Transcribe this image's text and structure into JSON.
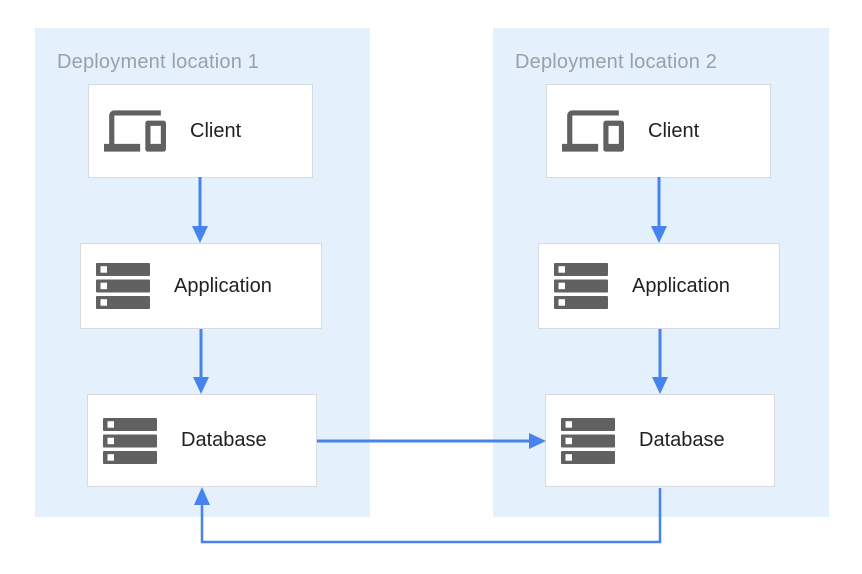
{
  "diagram": {
    "locations": [
      {
        "title": "Deployment location 1",
        "nodes": [
          {
            "id": "client-1",
            "label": "Client",
            "icon": "devices-icon"
          },
          {
            "id": "application-1",
            "label": "Application",
            "icon": "server-stack-icon"
          },
          {
            "id": "database-1",
            "label": "Database",
            "icon": "server-stack-icon"
          }
        ]
      },
      {
        "title": "Deployment location 2",
        "nodes": [
          {
            "id": "client-2",
            "label": "Client",
            "icon": "devices-icon"
          },
          {
            "id": "application-2",
            "label": "Application",
            "icon": "server-stack-icon"
          },
          {
            "id": "database-2",
            "label": "Database",
            "icon": "server-stack-icon"
          }
        ]
      }
    ],
    "connections": [
      {
        "from": "client-1",
        "to": "application-1",
        "direction": "down"
      },
      {
        "from": "application-1",
        "to": "database-1",
        "direction": "down"
      },
      {
        "from": "client-2",
        "to": "application-2",
        "direction": "down"
      },
      {
        "from": "application-2",
        "to": "database-2",
        "direction": "down"
      },
      {
        "from": "database-1",
        "to": "database-2",
        "direction": "right"
      },
      {
        "from": "database-2",
        "to": "database-1",
        "direction": "loop-bottom-up"
      }
    ],
    "colors": {
      "panel_background": "#E4F0FB",
      "arrow": "#4683EC",
      "icon": "#616161",
      "node_border": "#D8DADD",
      "label_text": "#212124",
      "title_text": "#9AA0A6"
    }
  }
}
